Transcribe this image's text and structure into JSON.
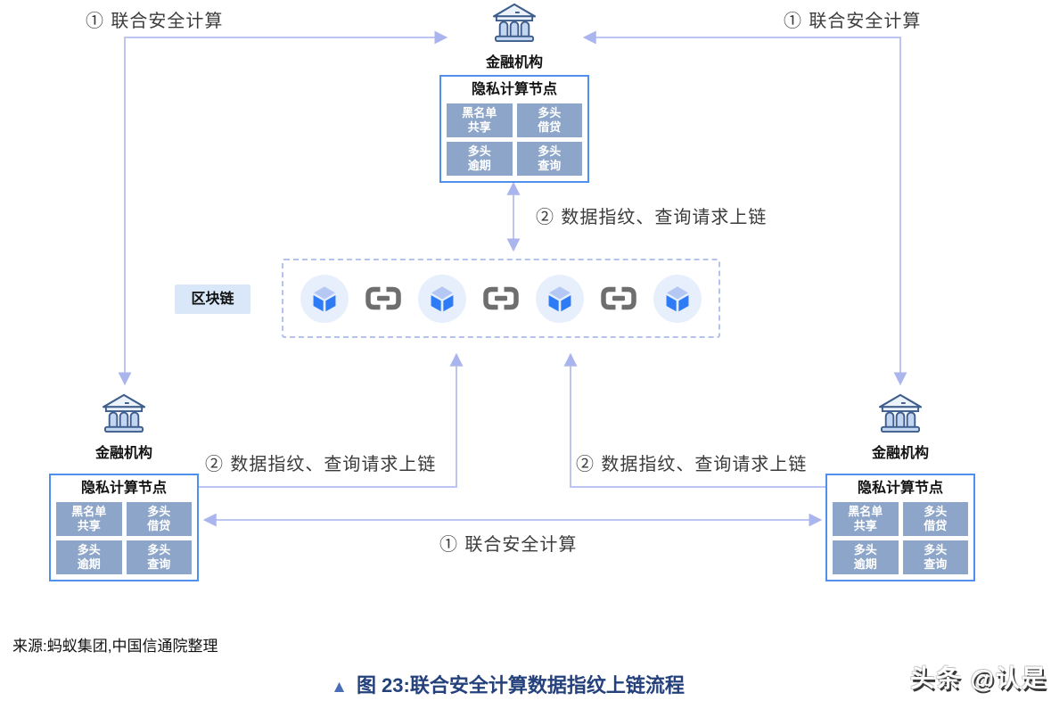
{
  "figure": {
    "institutions": [
      {
        "position": "top",
        "label": "金融机构",
        "panel": {
          "title": "隐私计算节点",
          "cells": [
            {
              "line1": "黑名单",
              "line2": "共享"
            },
            {
              "line1": "多头",
              "line2": "借贷"
            },
            {
              "line1": "多头",
              "line2": "逾期"
            },
            {
              "line1": "多头",
              "line2": "查询"
            }
          ]
        }
      },
      {
        "position": "bottom-left",
        "label": "金融机构",
        "panel": {
          "title": "隐私计算节点",
          "cells": [
            {
              "line1": "黑名单",
              "line2": "共享"
            },
            {
              "line1": "多头",
              "line2": "借贷"
            },
            {
              "line1": "多头",
              "line2": "逾期"
            },
            {
              "line1": "多头",
              "line2": "查询"
            }
          ]
        }
      },
      {
        "position": "bottom-right",
        "label": "金融机构",
        "panel": {
          "title": "隐私计算节点",
          "cells": [
            {
              "line1": "黑名单",
              "line2": "共享"
            },
            {
              "line1": "多头",
              "line2": "借贷"
            },
            {
              "line1": "多头",
              "line2": "逾期"
            },
            {
              "line1": "多头",
              "line2": "查询"
            }
          ]
        }
      }
    ],
    "blockchain": {
      "label": "区块链",
      "block_count": 4,
      "link_count": 3,
      "block_icon": "cube-icon",
      "link_icon": "chain-link-icon"
    },
    "flow_labels": {
      "joint_top_left": "① 联合安全计算",
      "joint_top_right": "① 联合安全计算",
      "fingerprint_top": "② 数据指纹、查询请求上链",
      "fingerprint_bottom_left": "② 数据指纹、查询请求上链",
      "fingerprint_bottom_right": "② 数据指纹、查询请求上链",
      "joint_bottom": "① 联合安全计算"
    },
    "source_note": "来源:蚂蚁集团,中国信通院整理",
    "caption": {
      "marker": "▲",
      "text": "图 23:联合安全计算数据指纹上链流程"
    },
    "watermark": "头条 @认是",
    "colors": {
      "panel_border": "#4f90ec",
      "cell_fill": "#8da5c8",
      "arrow": "#bdc5f2",
      "blockchain_label_bg": "#d9e7f9",
      "block_circle_bg": "#e7effc",
      "cube_blue": "#2e7cf5",
      "cube_top": "#b5c8f3",
      "link_gray": "#6e6e6e",
      "caption_blue": "#24417c"
    }
  }
}
